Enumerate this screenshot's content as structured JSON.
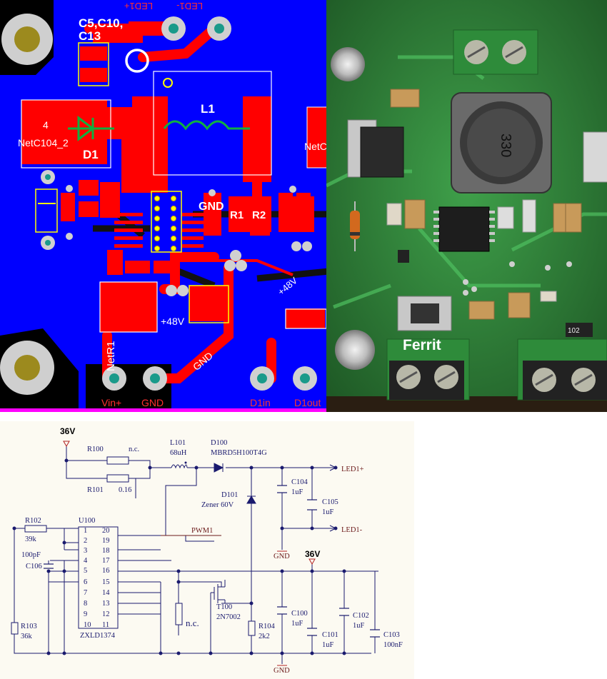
{
  "pcb": {
    "labels": {
      "cap_group": "C5,C10,",
      "cap_group2": "C13",
      "l1": "L1",
      "d1": "D1",
      "netc": "NetC104_2",
      "gnd_mid": "GND",
      "r1": "R1",
      "r2": "R2",
      "led_plus": "LED1+",
      "led_minus": "LED1-",
      "v48": "+48V",
      "v48b": "+48V",
      "gnd_trace": "GND",
      "netr1": "NetR1",
      "vin": "Vin+",
      "gnd_pad": "GND",
      "d1in": "D1in",
      "d1out": "D1out",
      "netc_right": "NetC",
      "num4": "4"
    }
  },
  "photo": {
    "label": "Ferrit",
    "inductor_text": "330",
    "resistor_text": "102"
  },
  "schematic": {
    "rail_top": "36V",
    "rail_right": "36V",
    "r100": "R100",
    "r100_val": "n.c.",
    "r101": "R101",
    "r101_val": "0.16",
    "l101": "L101",
    "l101_val": "68uH",
    "d100": "D100",
    "d100_val": "MBRD5H100T4G",
    "d101": "D101",
    "d101_val": "Zener 60V",
    "c104": "C104",
    "c104_val": "1uF",
    "c105": "C105",
    "c105_val": "1uF",
    "led_plus": "LED1+",
    "led_minus": "LED1-",
    "gnd1": "GND",
    "gnd2": "GND",
    "r102": "R102",
    "r102_val": "39k",
    "u100": "U100",
    "u100_part": "ZXLD1374",
    "c106_val": "100pF",
    "c106": "C106",
    "r103": "R103",
    "r103_val": "36k",
    "pwm": "PWM1",
    "t100": "T100",
    "t100_part": "2N7002",
    "nc": "n.c.",
    "r104": "R104",
    "r104_val": "2k2",
    "c100": "C100",
    "c100_val": "1uF",
    "c101": "C101",
    "c101_val": "1uF",
    "c102": "C102",
    "c102_val": "1uF",
    "c103": "C103",
    "c103_val": "100nF",
    "pins_left": [
      "1",
      "2",
      "3",
      "4",
      "5",
      "6",
      "7",
      "8",
      "9",
      "10"
    ],
    "pins_right": [
      "20",
      "19",
      "18",
      "17",
      "16",
      "15",
      "14",
      "13",
      "12",
      "11"
    ]
  },
  "colors": {
    "pcb_bg": "#0000ff",
    "copper": "#ff0000",
    "silk": "#ffff00",
    "pad": "#1a9a8a",
    "board_green": "#2e8b3a",
    "wire": "#1a1a6e"
  }
}
